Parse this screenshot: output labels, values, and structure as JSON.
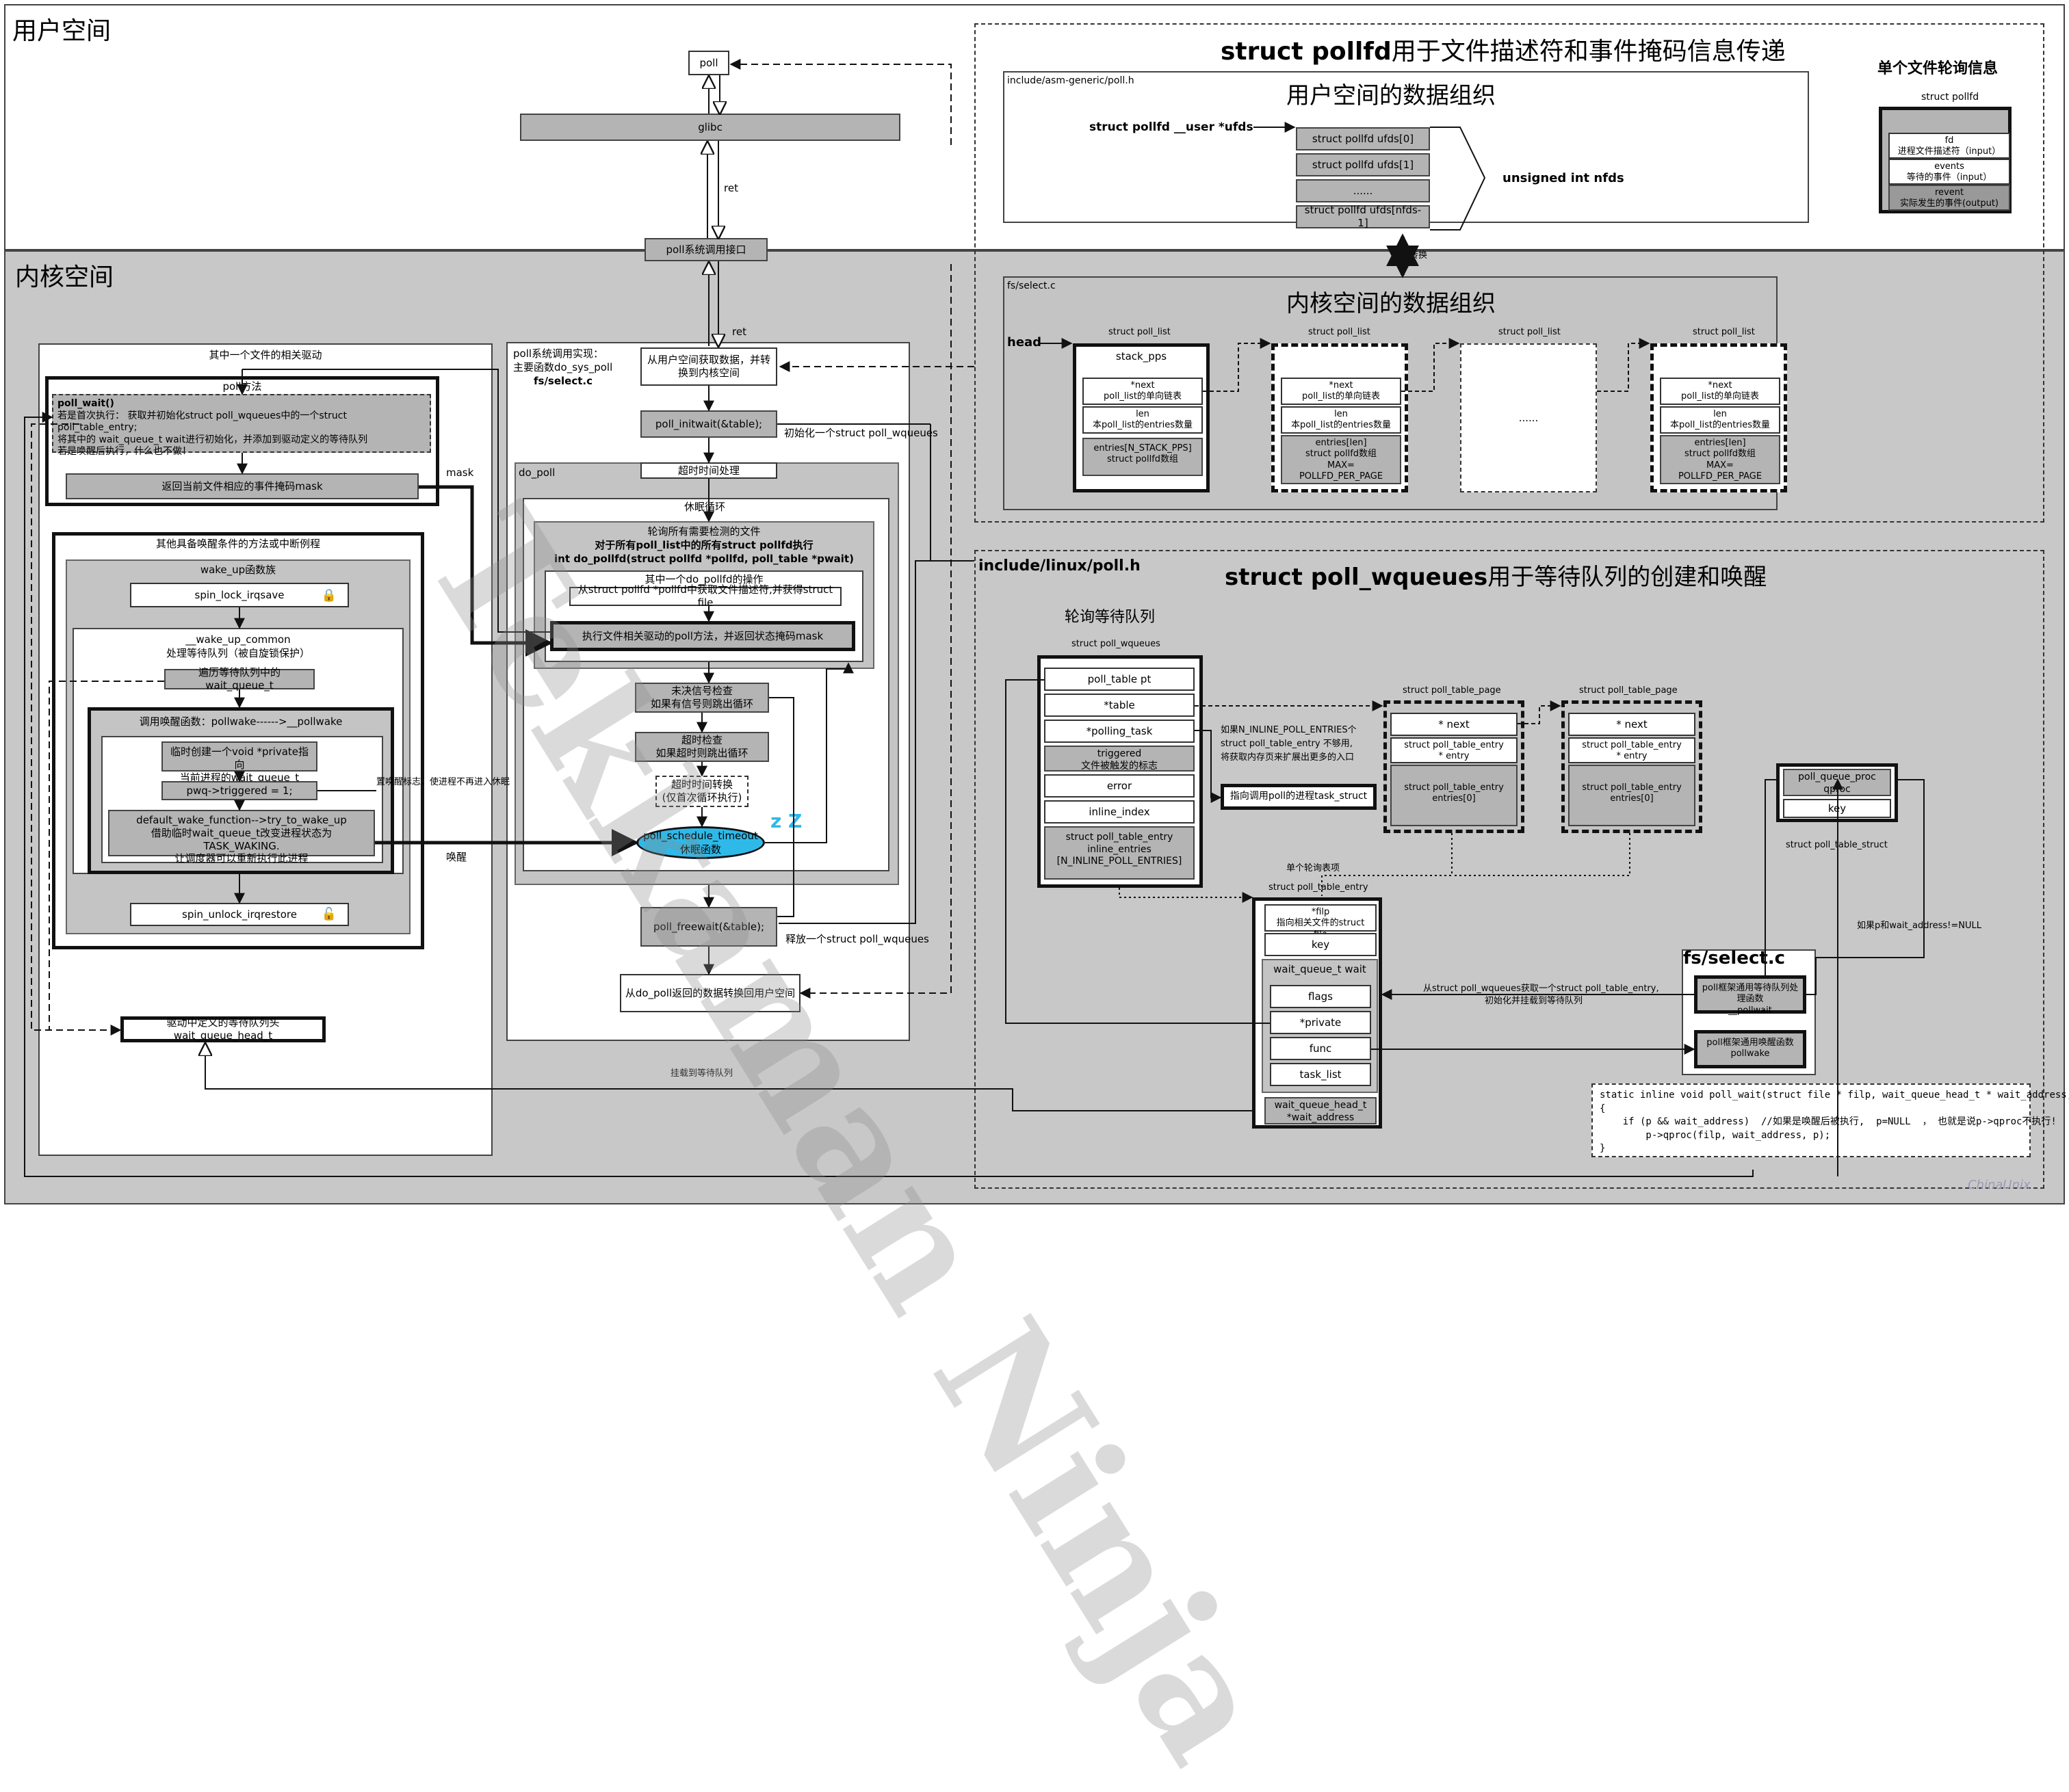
{
  "zones": {
    "user": "用户空间",
    "kernel": "内核空间"
  },
  "top": {
    "poll": "poll",
    "glibc": "glibc",
    "ret1": "ret",
    "ret2": "ret",
    "syscall": "poll系统调用接口"
  },
  "impl": {
    "header_line1": "poll系统调用实现：",
    "header_line2": "主要函数do_sys_poll",
    "header_line3": "fs/select.c",
    "copy_from_user": "从用户空间获取数据，并转换到内核空间",
    "initwait": "poll_initwait(&table);",
    "initwait_note": "初始化一个struct poll_wqueues",
    "do_poll": "do_poll",
    "timeout_handle": "超时时间处理",
    "sleep_loop": "休眠循环",
    "poll_all_1": "轮询所有需要检测的文件",
    "poll_all_2": "对于所有poll_list中的所有struct pollfd执行",
    "poll_all_3": "int do_pollfd(struct pollfd *pollfd, poll_table *pwait)",
    "one_pollfd": "其中一个do_pollfd的操作",
    "get_file": "从struct pollfd *pollfd中获取文件描述符,并获得struct file",
    "exec_poll": "执行文件相关驱动的poll方法，并返回状态掩码mask",
    "signal_check": "未决信号检查\n如果有信号则跳出循环",
    "timeout_check": "超时检查\n如果超时则跳出循环",
    "time_convert": "超时时间转换\n(仅首次循环执行)",
    "schedule_timeout": "poll_schedule_timeout",
    "sleep_fn": "休眠函数",
    "zz": "z Z",
    "freewait": "poll_freewait(&table);",
    "freewait_note": "释放一个struct poll_wqueues",
    "copy_to_user": "从do_poll返回的数据转换回用户空间"
  },
  "driver": {
    "title": "其中一个文件的相关驱动",
    "poll_method": "poll方法",
    "poll_wait_title": "poll_wait()",
    "poll_wait_1": "若是首次执行： 获取并初始化struct poll_wqueues中的一个struct poll_table_entry;",
    "poll_wait_2": "将其中的 wait_queue_t wait进行初始化，并添加到驱动定义的等待队列",
    "poll_wait_3": "若是唤醒后执行，什么也不做！",
    "return_mask": "返回当前文件相应的事件掩码mask",
    "mask": "mask",
    "other_title": "其他具备唤醒条件的方法或中断例程",
    "wakeup_family": "wake_up函数族",
    "spin_lock": "spin_lock_irqsave",
    "wake_common_1": "__wake_up_common",
    "wake_common_2": "处理等待队列（被自旋锁保护）",
    "traverse": "遍历等待队列中的wait_queue_t",
    "call_wake": "调用唤醒函数：pollwake------>__pollwake",
    "temp_create_1": "临时创建一个void *private指向",
    "temp_create_2": "当前进程的wait_queue_t",
    "pwq_triggered": "pwq->triggered = 1;",
    "default_wake_1": "default_wake_function-->try_to_wake_up",
    "default_wake_2": "借助临时wait_queue_t改变进程状态为 TASK_WAKING.",
    "default_wake_3": "让调度器可以重新执行此进程",
    "spin_unlock": "spin_unlock_irqrestore",
    "wait_head": "驱动中定义的等待队列头wait_queue_head_t",
    "wake_label": "唤醒",
    "no_sleep_label": "置唤醒标志，使进程不再进入休眠",
    "mount_label": "挂载到等待队列"
  },
  "pollfd": {
    "title_bold": "struct pollfd",
    "title_rest": "用于文件描述符和事件掩码信息传递",
    "path": "include/asm-generic/poll.h",
    "user_title": "用户空间的数据组织",
    "ufds": "struct pollfd __user *ufds",
    "u0": "struct pollfd ufds[0]",
    "u1": "struct pollfd ufds[1]",
    "udots": "......",
    "un": "struct pollfd ufds[nfds-1]",
    "nfds": "unsigned int nfds",
    "single_title": "单个文件轮询信息",
    "struct_pollfd": "struct pollfd",
    "fd": "fd",
    "fd_desc": "进程文件描述符（input）",
    "events": "events",
    "events_desc": "等待的事件（input）",
    "revent": "revent",
    "revent_desc": "实际发生的事件(output)",
    "convert": "转换"
  },
  "kernel_data": {
    "path": "fs/select.c",
    "title": "内核空间的数据组织",
    "head": "head",
    "pl": "struct poll_list",
    "stack_pps": "stack_pps",
    "next": "*next",
    "next_desc": "poll_list的单向链表",
    "len": "len",
    "len_desc": "本poll_list的entries数量",
    "entries_stack": "entries[N_STACK_PPS]",
    "pollfd_arr": "struct pollfd数组",
    "entries_len": "entries[len]",
    "max": "MAX=",
    "max_val": "POLLFD_PER_PAGE",
    "dots": "......"
  },
  "wq": {
    "path": "include/linux/poll.h",
    "title_bold": "struct poll_wqueues",
    "title_rest": "用于等待队列的创建和唤醒",
    "poll_wq_label": "轮询等待队列",
    "struct_wq": "struct poll_wqueues",
    "pt": "poll_table pt",
    "table": "*table",
    "polling_task": "*polling_task",
    "triggered": "triggered",
    "triggered_desc": "文件被触发的标志",
    "error": "error",
    "inline_index": "inline_index",
    "inline_entries_1": "struct poll_table_entry",
    "inline_entries_2": "inline_entries",
    "inline_entries_3": "[N_INLINE_POLL_ENTRIES]",
    "note_1": "如果N_INLINE_POLL_ENTRIES个",
    "note_2": "struct poll_table_entry 不够用,",
    "note_3": "将获取内存页来扩展出更多的入口",
    "task_struct": "指向调用poll的进程task_struct",
    "ptp": "struct poll_table_page",
    "ptp_next": "* next",
    "ptp_entry_1": "struct poll_table_entry",
    "ptp_entry_2": "* entry",
    "ptp_entries_1": "struct poll_table_entry",
    "ptp_entries_2": "entries[0]",
    "single_item": "单个轮询表项",
    "pte": "struct poll_table_entry",
    "filp": "*filp",
    "filp_desc": "指向相关文件的struct file",
    "key": "key",
    "wait": "wait_queue_t wait",
    "flags": "flags",
    "private": "*private",
    "func": "func",
    "task_list": "task_list",
    "wait_address_1": "wait_queue_head_t",
    "wait_address_2": "*wait_address",
    "qproc_1": "poll_queue_proc",
    "qproc_2": "qproc",
    "pts_key": "key",
    "pts": "struct poll_table_struct",
    "null_note": "如果p和wait_address!=NULL",
    "fs_select": "fs/select.c",
    "pollwait_1": "poll框架通用等待队列处理函数",
    "pollwait_2": "__pollwait",
    "pollwake_1": "poll框架通用唤醒函数",
    "pollwake_2": "pollwake",
    "get_entry_1": "从struct poll_wqueues获取一个struct poll_table_entry,",
    "get_entry_2": "初始化并挂载到等待队列"
  },
  "code": {
    "line1": "static inline void poll_wait(struct file * filp, wait_queue_head_t * wait_address, poll_table *p)",
    "line2": "{",
    "line3": "    if (p && wait_address)  //如果是唤醒后被执行,  p=NULL  ， 也就是说p->qproc不执行!",
    "line4": "        p->qproc(filp, wait_address, p);",
    "line5": "}"
  },
  "watermark": "Tekkaman Ninja",
  "corner_logo": "ChinaUnix"
}
